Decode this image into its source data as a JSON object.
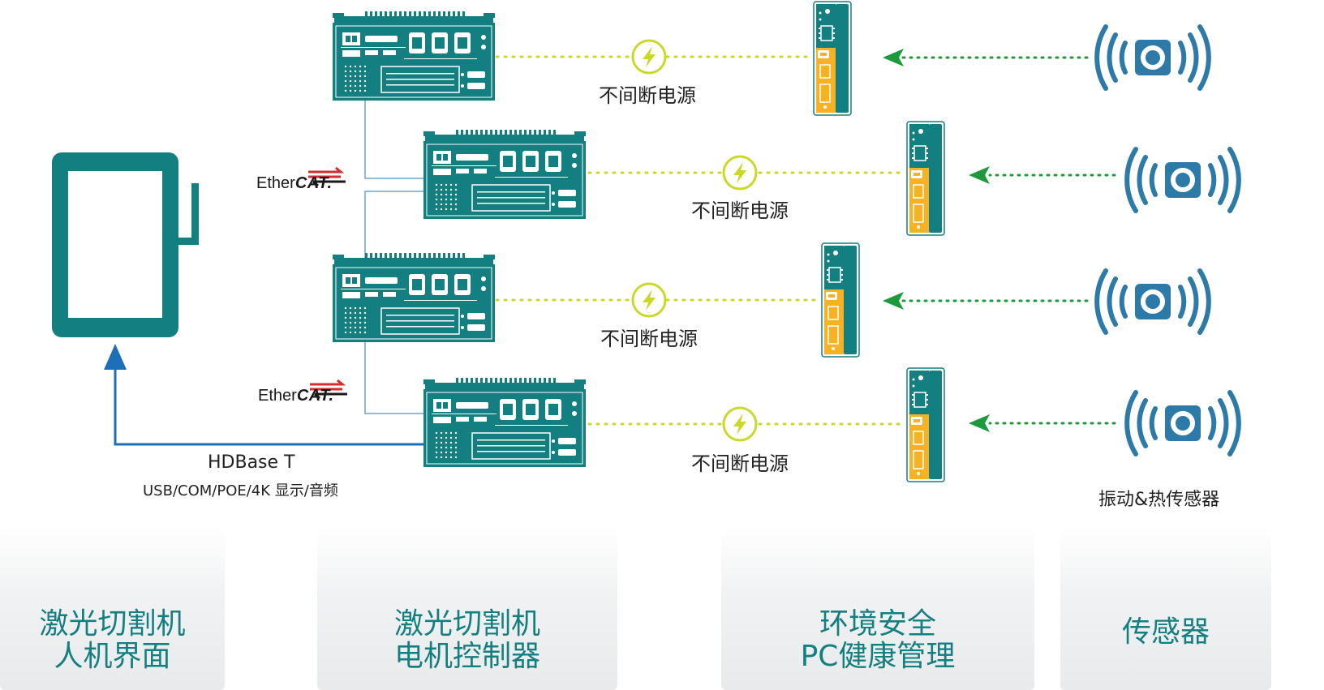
{
  "panels": [
    {
      "line1": "激光切割机",
      "line2": "人机界面"
    },
    {
      "line1": "激光切割机",
      "line2": "电机控制器"
    },
    {
      "line1": "环境安全",
      "line2": "PC健康管理"
    },
    {
      "line1": "传感器",
      "line2": ""
    }
  ],
  "ups_label": "不间断电源",
  "ethercat": {
    "prefix": "Ether",
    "suffix": "CAT."
  },
  "hdbase": {
    "title": "HDBase T",
    "subtitle": "USB/COM/POE/4K 显示/音频"
  },
  "sensor_label": "振动&热传感器",
  "colors": {
    "teal": "#137f80",
    "orange": "#f6b222",
    "lime": "#c9d92a",
    "blue": "#1d6fb8",
    "sensor_blue": "#2d79a8",
    "arrow_green": "#1d9a3c",
    "ethercat_red": "#d42e2e"
  },
  "icons": [
    "tablet-icon",
    "industrial-pc-icon",
    "ups-lightning-icon",
    "health-module-icon",
    "vibration-sensor-icon"
  ]
}
